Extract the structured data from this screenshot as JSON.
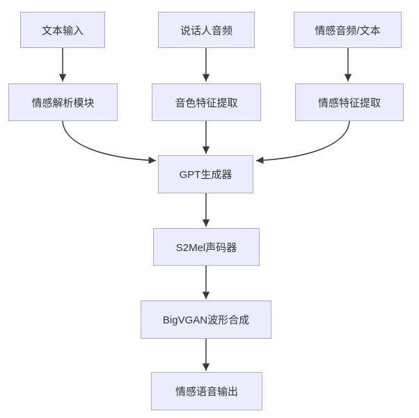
{
  "diagram": {
    "type": "flowchart",
    "direction": "top-down",
    "nodes": [
      {
        "id": "text-input",
        "label": "文本输入"
      },
      {
        "id": "speaker-audio",
        "label": "说话人音频"
      },
      {
        "id": "emotion-audio-text",
        "label": "情感音频/文本"
      },
      {
        "id": "emotion-parse-module",
        "label": "情感解析模块"
      },
      {
        "id": "timbre-feature-extract",
        "label": "音色特征提取"
      },
      {
        "id": "emotion-feature-extract",
        "label": "情感特征提取"
      },
      {
        "id": "gpt-generator",
        "label": "GPT生成器"
      },
      {
        "id": "s2mel-vocoder",
        "label": "S2Mel声码器"
      },
      {
        "id": "bigvgan-waveform-synthesis",
        "label": "BigVGAN波形合成"
      },
      {
        "id": "emotional-speech-output",
        "label": "情感语音输出"
      }
    ],
    "edges": [
      {
        "from": "text-input",
        "to": "emotion-parse-module"
      },
      {
        "from": "speaker-audio",
        "to": "timbre-feature-extract"
      },
      {
        "from": "emotion-audio-text",
        "to": "emotion-feature-extract"
      },
      {
        "from": "emotion-parse-module",
        "to": "gpt-generator"
      },
      {
        "from": "timbre-feature-extract",
        "to": "gpt-generator"
      },
      {
        "from": "emotion-feature-extract",
        "to": "gpt-generator"
      },
      {
        "from": "gpt-generator",
        "to": "s2mel-vocoder"
      },
      {
        "from": "s2mel-vocoder",
        "to": "bigvgan-waveform-synthesis"
      },
      {
        "from": "bigvgan-waveform-synthesis",
        "to": "emotional-speech-output"
      }
    ],
    "colors": {
      "node_fill": "#ECECFF",
      "node_border": "#b3a3dc",
      "edge": "#383838",
      "text": "#333333",
      "background": "#ffffff"
    }
  }
}
